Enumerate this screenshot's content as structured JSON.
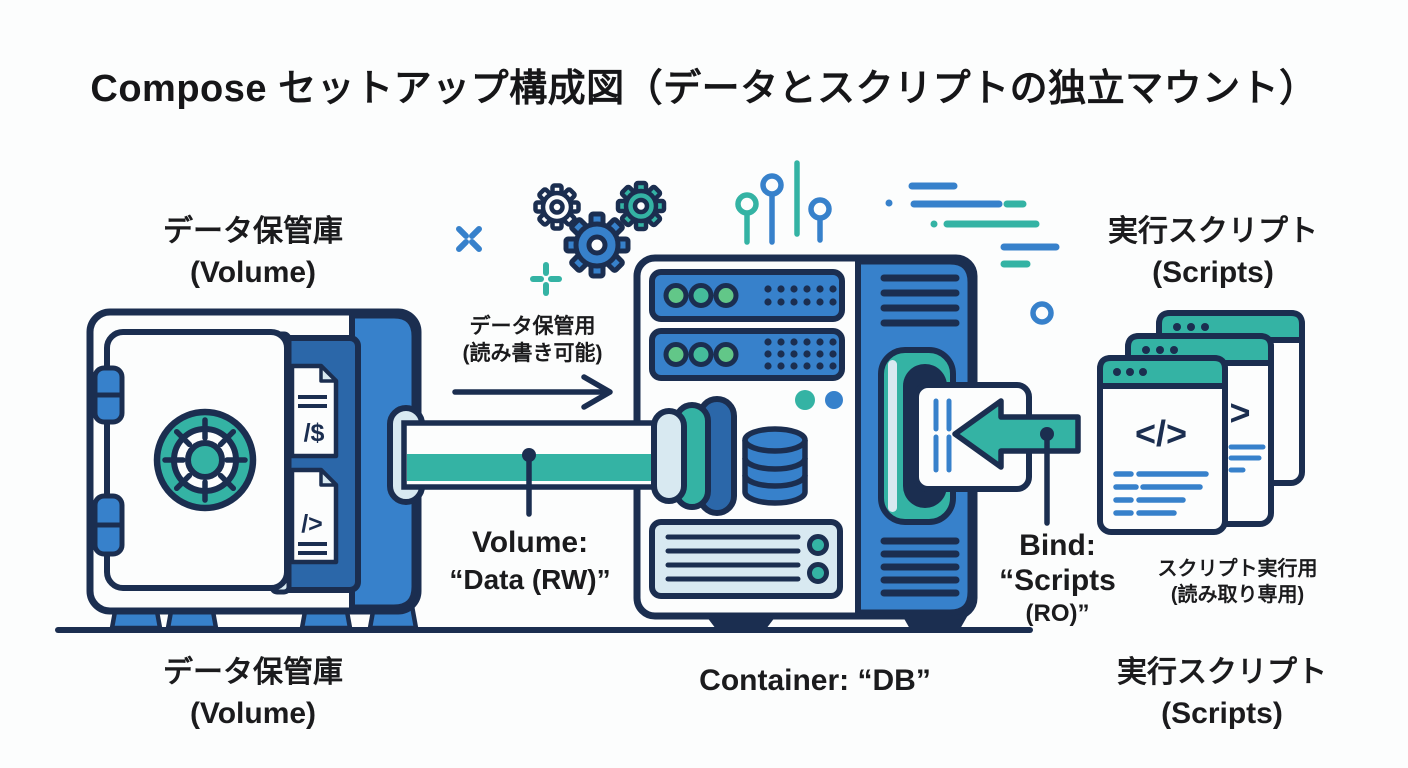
{
  "title": "Compose セットアップ構成図（データとスクリプトの独立マウント）",
  "colors": {
    "navy": "#1b2e50",
    "blue": "#3781cb",
    "blue_dark": "#2b67a9",
    "teal": "#34b3a4",
    "light_blue": "#d8e9f1",
    "green": "#62c788",
    "text": "#1b1b1d"
  },
  "labels": {
    "volume_top": {
      "line1": "データ保管庫",
      "line2": "(Volume)"
    },
    "scripts_top": {
      "line1": "実行スクリプト",
      "line2": "(Scripts)"
    },
    "data_mount_note": {
      "line1": "データ保管用",
      "line2": "(読み書き可能)"
    },
    "volume_pipe": {
      "line1": "Volume:",
      "line2": "“Data (RW)”"
    },
    "bind_mount": {
      "line1": "Bind:",
      "line2": "“Scripts",
      "line3": "(RO)”"
    },
    "scripts_note": {
      "line1": "スクリプト実行用",
      "line2": "(読み取り専用)"
    },
    "volume_bottom": {
      "line1": "データ保管庫",
      "line2": "(Volume)"
    },
    "container_bottom": "Container: “DB”",
    "scripts_bottom": {
      "line1": "実行スクリプト",
      "line2": "(Scripts)"
    }
  },
  "icons": {
    "doc1_glyph": "/$",
    "doc2_glyph": "/>",
    "code_front_glyph": "</>",
    "code_middle_glyph": ">"
  }
}
